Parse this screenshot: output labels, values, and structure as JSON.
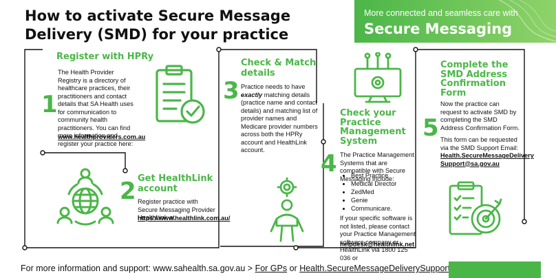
{
  "title": {
    "line1": "How to activate Secure Message",
    "line2": "Delivery (SMD) for your practice"
  },
  "banner": {
    "tagline": "More connected and seamless care with",
    "brand": "Secure Messaging"
  },
  "steps": [
    {
      "number": "1",
      "heading": "Register with HPRy",
      "body": "The Health Provider Registry is a directory of healthcare practices, their practitioners and contact details that SA Health uses for communication to community health practitioners. You can find more information and register your practice here:",
      "link": "www.healthproviders.com.au",
      "icon": "clipboard-check-icon"
    },
    {
      "number": "2",
      "heading": "Get HealthLink account",
      "body": "Register practice with Secure Messaging Provider HealthLink at",
      "link": "https://www.healthlink.com.au/",
      "icon": "network-globe-icon"
    },
    {
      "number": "3",
      "heading": "Check & Match details",
      "body_before": "Practice needs to have ",
      "body_emph": "exactly",
      "body_after": " matching details (practice name and contact details) and matching list of provider names and Medicare provider numbers across both the HPRy account and HealthLink account.",
      "icon": "person-gears-icon"
    },
    {
      "number": "4",
      "heading": "Check your Practice Management System",
      "body": "The Practice Management Systems that are compatible with Secure Messaging include:",
      "items": [
        "Best Practice",
        "Medical Director",
        "ZedMed",
        "Genie",
        "Communicare."
      ],
      "body2": "If your specific software is not listed, please contact your Practice Management software company or HealthLink via 1800 125 036 or",
      "link": "helpdesk@healthlink.net",
      "icon": "monitor-circuit-icon"
    },
    {
      "number": "5",
      "heading": "Complete the SMD Address Confirmation Form",
      "body": "Now the practice can request to activate SMD by completing the SMD Address Confirmation Form.",
      "body2": "This form can be requested via the SMD Support Email:",
      "link": "Health.SecureMessageDelivery Support@sa.gov.au",
      "icon": "clipboard-target-icon"
    }
  ],
  "footer": {
    "prefix": "For more information and support: www.sahealth.sa.gov.au > ",
    "link1": "For GPs",
    "mid": " or ",
    "link2": "Health.SecureMessageDeliverySupport@sa.gov.au"
  },
  "colors": {
    "accent": "#4bb648",
    "accent_light": "#8fd36a",
    "text": "#111111"
  }
}
